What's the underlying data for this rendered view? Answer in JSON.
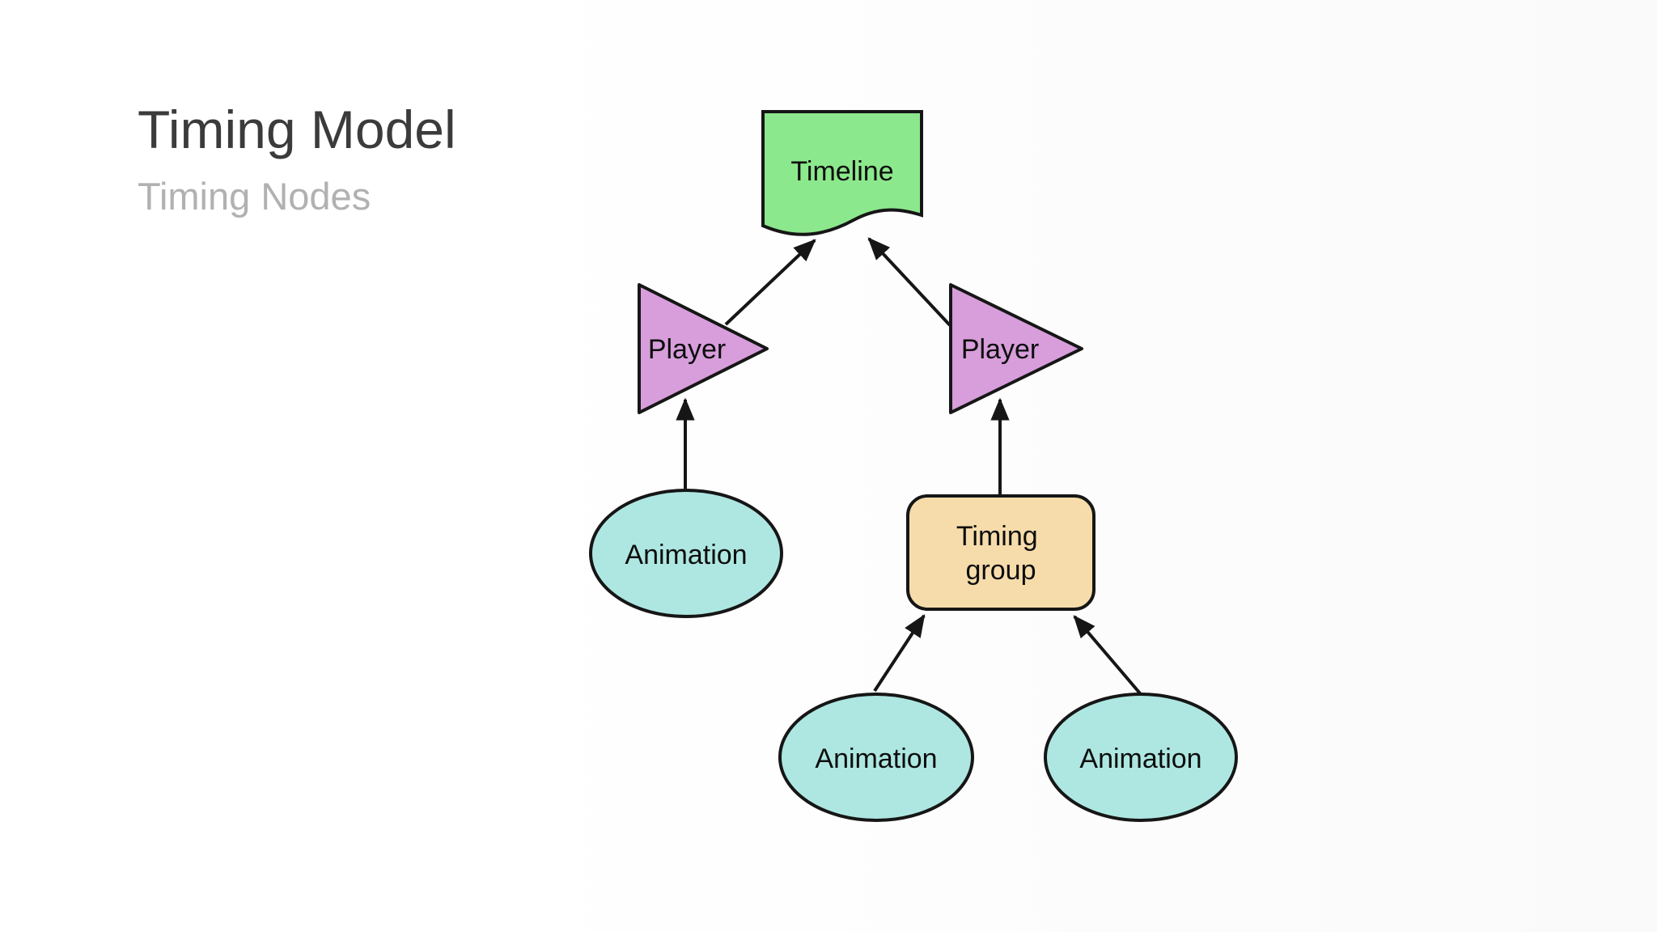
{
  "slide": {
    "title": "Timing Model",
    "subtitle": "Timing Nodes"
  },
  "colors": {
    "background": "#ffffff",
    "title_text": "#3b3b3b",
    "subtitle_text": "#b1b1b1",
    "outline": "#161616",
    "label_text": "#0d0d0d",
    "timeline_fill": "#8ce88c",
    "player_fill": "#d79edb",
    "animation_fill": "#aee7e1",
    "timing_group_fill": "#f6dcab"
  },
  "diagram": {
    "nodes": [
      {
        "id": "timeline",
        "shape": "document",
        "label": "Timeline"
      },
      {
        "id": "player-left",
        "shape": "triangle-right",
        "label": "Player"
      },
      {
        "id": "player-right",
        "shape": "triangle-right",
        "label": "Player"
      },
      {
        "id": "animation-left",
        "shape": "ellipse",
        "label": "Animation"
      },
      {
        "id": "timing-group",
        "shape": "rounded-rect",
        "label": "Timing group",
        "label_line1": "Timing",
        "label_line2": "group"
      },
      {
        "id": "animation-bottom-left",
        "shape": "ellipse",
        "label": "Animation"
      },
      {
        "id": "animation-bottom-right",
        "shape": "ellipse",
        "label": "Animation"
      }
    ],
    "edges": [
      {
        "from": "player-left",
        "to": "timeline"
      },
      {
        "from": "player-right",
        "to": "timeline"
      },
      {
        "from": "animation-left",
        "to": "player-left"
      },
      {
        "from": "timing-group",
        "to": "player-right"
      },
      {
        "from": "animation-bottom-left",
        "to": "timing-group"
      },
      {
        "from": "animation-bottom-right",
        "to": "timing-group"
      }
    ]
  }
}
